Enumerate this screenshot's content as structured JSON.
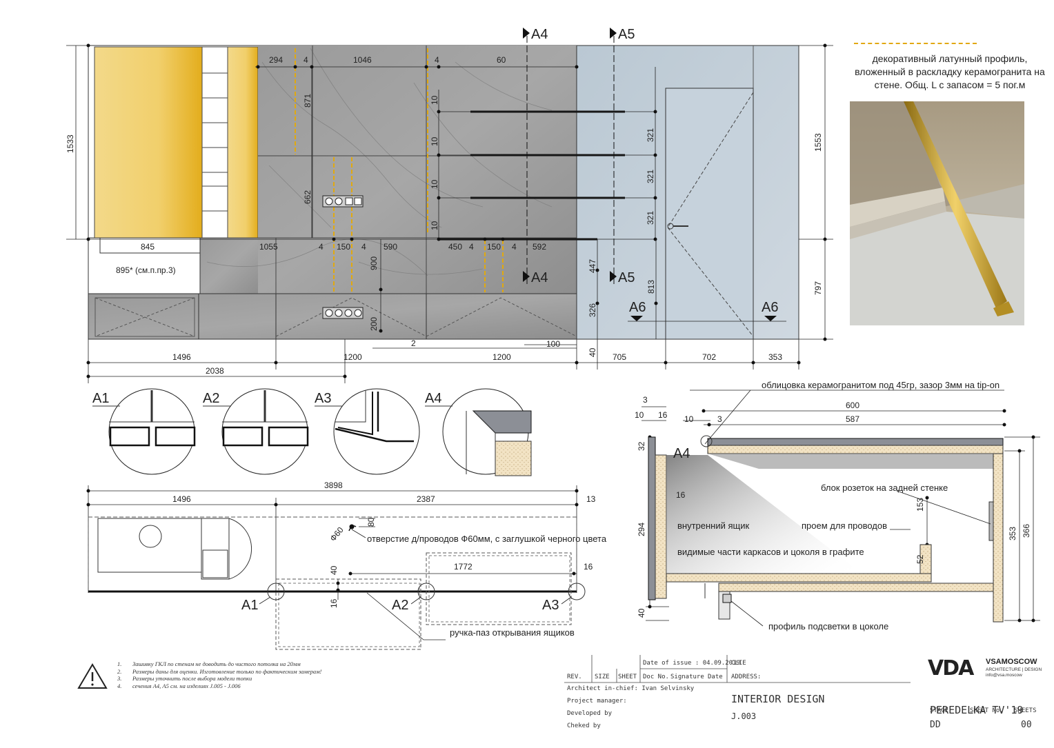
{
  "elevation": {
    "top_dims": [
      "294",
      "4",
      "1046",
      "4",
      "60"
    ],
    "vert_dims": [
      "871",
      "662",
      "10",
      "10",
      "10",
      "10",
      "321",
      "321",
      "321",
      "447",
      "813",
      "326",
      "900",
      "200"
    ],
    "mid_dims": [
      "845",
      "1055",
      "4",
      "150",
      "4",
      "590",
      "450",
      "4",
      "150",
      "4",
      "592"
    ],
    "note_895": "895* (см.п.пр.3)",
    "left_height": "1533",
    "right_height_top": "1553",
    "right_height_bottom": "797",
    "bottom_dims": [
      "1496",
      "1200",
      "1200",
      "705",
      "702",
      "353",
      "2",
      "100",
      "40"
    ],
    "bottom_total": "2038",
    "section_marks": [
      "A4",
      "A5",
      "A4",
      "A5",
      "A6",
      "A6"
    ]
  },
  "profile_note": {
    "caption": "декоративный латунный профиль, вложенный в раскладку керамогранита на стене. Общ. L с запасом = 5 пог.м"
  },
  "details": [
    "A1",
    "A2",
    "A3",
    "A4"
  ],
  "plan": {
    "total": "3898",
    "dims": [
      "1496",
      "2387",
      "13",
      "80",
      "40",
      "1772",
      "16",
      "16"
    ],
    "hole_dim": "Ф60",
    "hole_note": "отверстие д/проводов Ф60мм, с заглушкой черного цвета",
    "handle_note": "ручка-паз открывания ящиков",
    "callouts": [
      "A1",
      "A2",
      "A3"
    ]
  },
  "section": {
    "cladding_note": "облицовка керамогранитом под 45гр, зазор 3мм на tip-on",
    "dims": [
      "3",
      "10",
      "16",
      "600",
      "10",
      "3",
      "587",
      "32",
      "294",
      "16",
      "153",
      "52",
      "353",
      "366",
      "40"
    ],
    "callout": "A4",
    "notes": {
      "sockets": "блок розеток на задней стенке",
      "inner_drawer": "внутренний ящик",
      "wire_opening": "проем для проводов",
      "graphite": "видимые части каркасов и цоколя в графите",
      "light_profile": "профиль подсветки в цоколе"
    }
  },
  "general_notes": [
    {
      "n": "1.",
      "text": "Зашивку ГКЛ по стенам не доводить до чистого потолка на 20мм"
    },
    {
      "n": "2.",
      "text": "Размеры даны для оценки. Изготовление только по фактическим замерам!"
    },
    {
      "n": "3.",
      "text": "Размеры уточнить после выбора модели топки"
    },
    {
      "n": "4.",
      "text": "сечения А4, А5 см. на изделиях J.005 - J.006"
    }
  ],
  "title_block": {
    "date_of_issue": "Date of issue : 04.09.2019",
    "clie": "CLIE",
    "rev": "REV.",
    "size": "SIZE",
    "sheet": "SHEET",
    "doc_no": "Doc No.",
    "signature": "Signature",
    "date": "Date",
    "address": "ADDRESS:",
    "architect": "Architect in-chief: Ivan Selvinsky",
    "pm": "Project manager:",
    "developed": "Developed by",
    "checked": "Cheked by",
    "discipline": "INTERIOR DESIGN",
    "code": "J.003",
    "project": "PEREDELKA TV'19",
    "stage_label": "STAGE",
    "sheet_no_label": "SHEET No.",
    "sheets_label": "SHEETS",
    "stage": "DD",
    "sheets": "00"
  },
  "logo": {
    "mark": "VDA",
    "firm": "VSAMOSCOW",
    "sub1": "ARCHITECTURE | DESIGN",
    "sub2": "info@vsa.moscow"
  },
  "colors": {
    "stone": "#8f8f8f",
    "gold": "#e8b62a",
    "glass": "#bfccd6",
    "brass": "#d9a514"
  }
}
